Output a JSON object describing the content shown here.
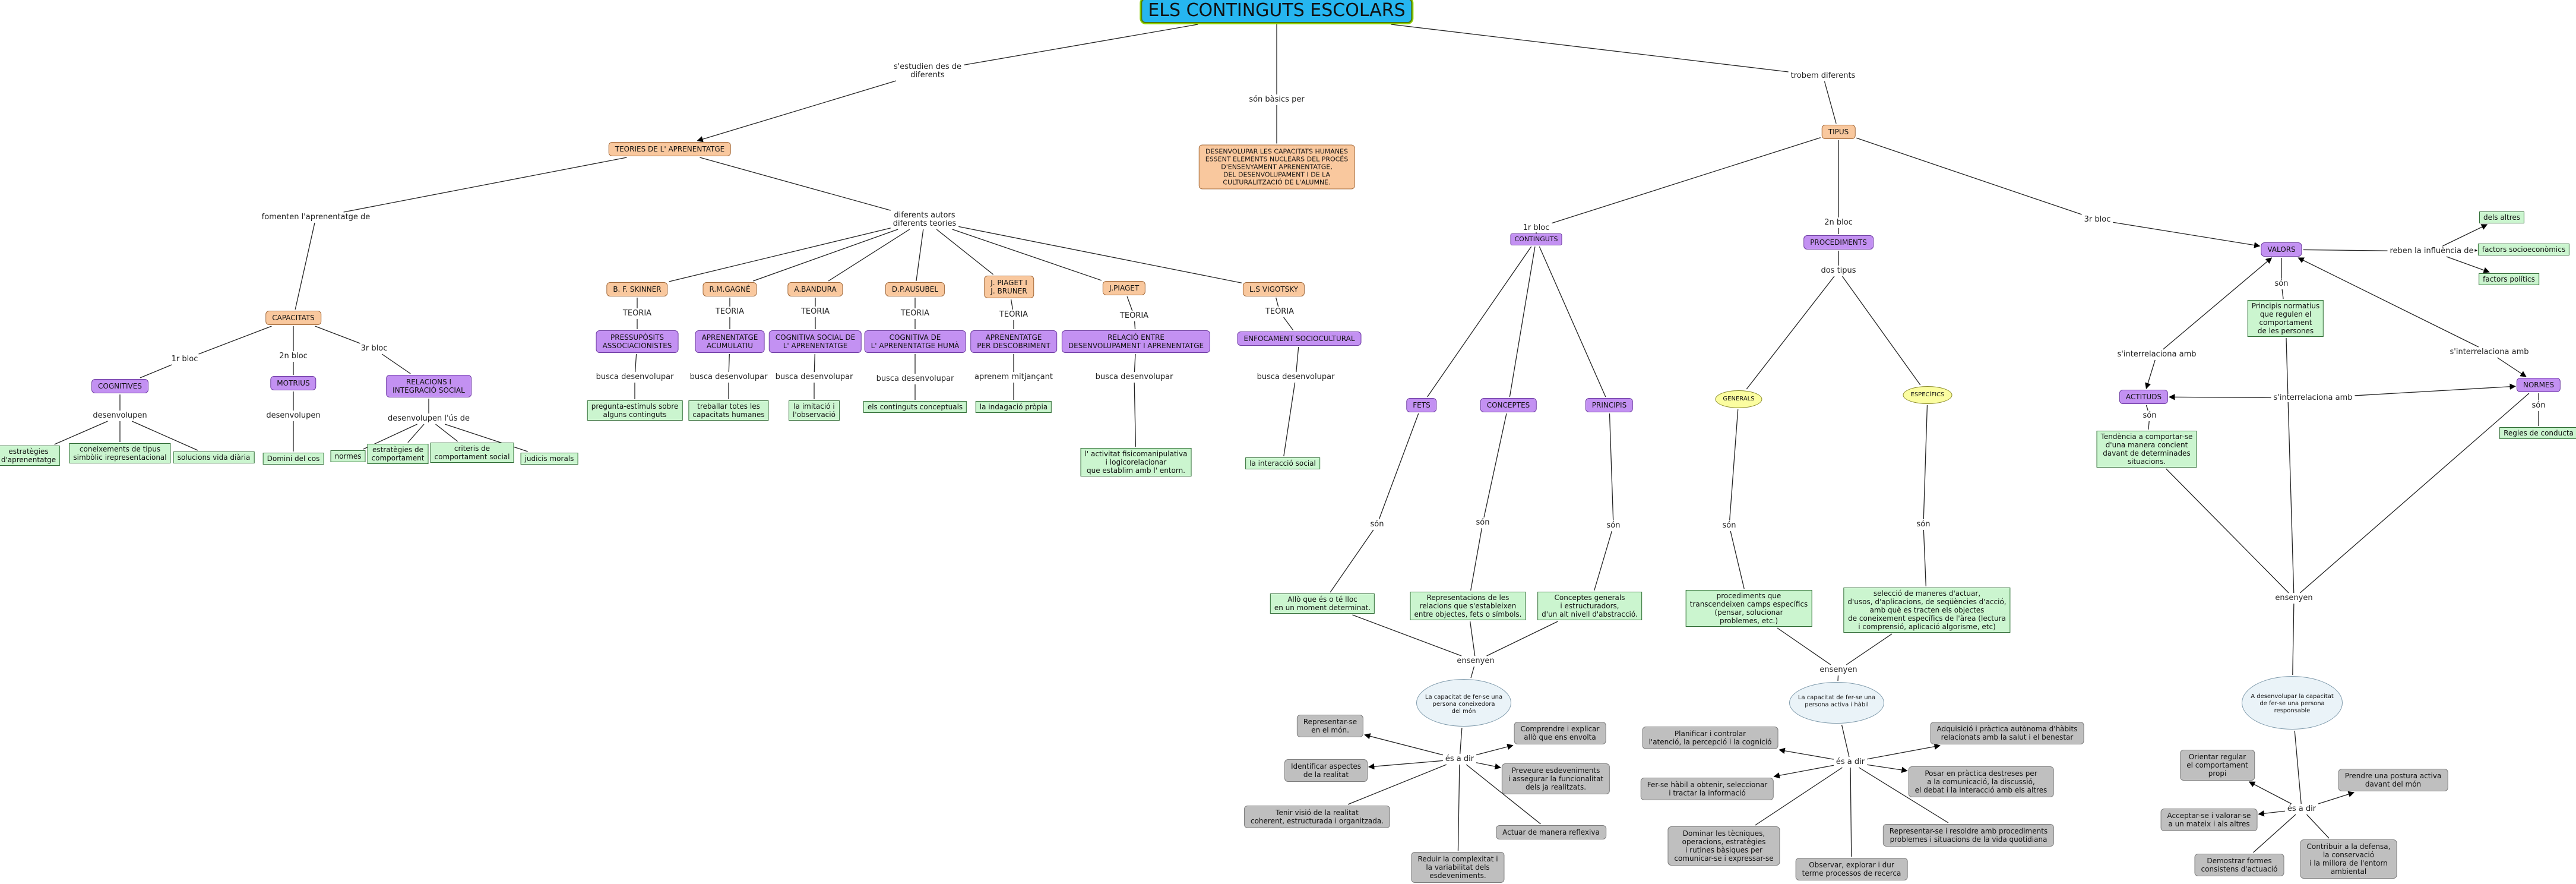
{
  "diagram": {
    "title": "ELS CONTINGUTS ESCOLARS",
    "nodes": [
      {
        "id": "title",
        "text": "ELS CONTINGUTS ESCOLARS"
      },
      {
        "id": "l_estudien",
        "text": "s'estudien des de\ndiferents"
      },
      {
        "id": "l_basics",
        "text": "són bàsics per"
      },
      {
        "id": "l_trobem",
        "text": "trobem diferents"
      },
      {
        "id": "teories",
        "text": "TEORIES DE L' APRENENTATGE"
      },
      {
        "id": "desenv",
        "text": "DESENVOLUPAR LES CAPACITATS HUMANES\nESSENT ELEMENTS NUCLEARS DEL PROCÉS\nD'ENSENYAMENT APRENENTATGE,\nDEL DESENVOLUPAMENT I DE LA\nCULTURALITZACIÓ DE L'ALUMNE."
      },
      {
        "id": "tipus",
        "text": "TIPUS"
      },
      {
        "id": "l_fomenten",
        "text": "fomenten l'aprenentatge de"
      },
      {
        "id": "l_autors",
        "text": "diferents autors\ndiferents teories"
      },
      {
        "id": "capacitats",
        "text": "CAPACITATS"
      },
      {
        "id": "l_1bloc_cap",
        "text": "1r bloc"
      },
      {
        "id": "l_2nbloc_cap",
        "text": "2n bloc"
      },
      {
        "id": "l_3rbloc_cap",
        "text": "3r bloc"
      },
      {
        "id": "cognitives",
        "text": "COGNITIVES"
      },
      {
        "id": "motrius",
        "text": "MOTRIUS"
      },
      {
        "id": "relacions",
        "text": "RELACIONS I\nINTEGRACIÓ SOCIAL"
      },
      {
        "id": "l_desenvolupen1",
        "text": "desenvolupen"
      },
      {
        "id": "l_desenvolupen2",
        "text": "desenvolupen"
      },
      {
        "id": "l_desus",
        "text": "desenvolupen l'ús de"
      },
      {
        "id": "estrategies_apr",
        "text": "estratègies\nd'aprenentatge"
      },
      {
        "id": "coneixements",
        "text": "coneixements de tipus\nsimbòlic irepresentacional"
      },
      {
        "id": "solucions",
        "text": "solucions vida diària"
      },
      {
        "id": "domini",
        "text": "Domini del cos"
      },
      {
        "id": "normes_cap",
        "text": "normes"
      },
      {
        "id": "estrategies_comp",
        "text": "estratègies de\ncomportament"
      },
      {
        "id": "criteris",
        "text": "criteris de\ncomportament social"
      },
      {
        "id": "judicis",
        "text": "judicis morals"
      },
      {
        "id": "skinner",
        "text": "B. F. SKINNER"
      },
      {
        "id": "gagne",
        "text": "R.M.GAGNÉ"
      },
      {
        "id": "bandura",
        "text": "A.BANDURA"
      },
      {
        "id": "ausubel",
        "text": "D.P.AUSUBEL"
      },
      {
        "id": "bruner",
        "text": "J. PIAGET I\nJ. BRUNER"
      },
      {
        "id": "piaget",
        "text": "J.PIAGET"
      },
      {
        "id": "vigotsky",
        "text": "L.S VIGOTSKY"
      },
      {
        "id": "t1",
        "text": "TEORIA"
      },
      {
        "id": "t2",
        "text": "TEORIA"
      },
      {
        "id": "t3",
        "text": "TEORIA"
      },
      {
        "id": "t4",
        "text": "TEORIA"
      },
      {
        "id": "t5",
        "text": "TEORIA"
      },
      {
        "id": "t6",
        "text": "TEORIA"
      },
      {
        "id": "t7",
        "text": "TEORIA"
      },
      {
        "id": "pressuposits",
        "text": "PRESSUPÒSITS\nASSOCIACIONISTES"
      },
      {
        "id": "apr_acumulatiu",
        "text": "APRENENTATGE\nACUMULATIU"
      },
      {
        "id": "cog_social",
        "text": "COGNITIVA SOCIAL DE\nL' APRENENTATGE"
      },
      {
        "id": "cog_huma",
        "text": "COGNITIVA DE\nL' APRENENTATGE HUMÀ"
      },
      {
        "id": "apr_desc",
        "text": "APRENENTATGE\nPER DESCOBRIMENT"
      },
      {
        "id": "relacio_entre",
        "text": "RELACIÓ ENTRE\nDESENVOLUPAMENT I APRENENTATGE"
      },
      {
        "id": "enfocament",
        "text": "ENFOCAMENT SOCIOCULTURAL"
      },
      {
        "id": "b1",
        "text": "busca desenvolupar"
      },
      {
        "id": "b2",
        "text": "busca desenvolupar"
      },
      {
        "id": "b3",
        "text": "busca desenvolupar"
      },
      {
        "id": "b4",
        "text": "busca desenvolupar"
      },
      {
        "id": "b5",
        "text": "aprenem mitjançant"
      },
      {
        "id": "b6",
        "text": "busca desenvolupar"
      },
      {
        "id": "b7",
        "text": "busca desenvolupar"
      },
      {
        "id": "pregunta",
        "text": "pregunta-estímuls sobre\nalguns continguts"
      },
      {
        "id": "treballar",
        "text": "treballar totes les\ncapacitats humanes"
      },
      {
        "id": "imitacio",
        "text": "la imitació i\nl'observació"
      },
      {
        "id": "conceptuals",
        "text": "els continguts conceptuals"
      },
      {
        "id": "indagacio",
        "text": "la indagació pròpia"
      },
      {
        "id": "activitat",
        "text": "l' activitat fisicomanipulativa\ni logicorelacionar\nque establim amb l' entorn."
      },
      {
        "id": "interaccio",
        "text": "la interacció social"
      },
      {
        "id": "l_1bloc",
        "text": "1r bloc"
      },
      {
        "id": "l_2nbloc",
        "text": "2n bloc"
      },
      {
        "id": "l_3rbloc",
        "text": "3r bloc"
      },
      {
        "id": "continguts",
        "text": "CONTINGUTS"
      },
      {
        "id": "procediments",
        "text": "PROCEDIMENTS"
      },
      {
        "id": "valors",
        "text": "VALORS"
      },
      {
        "id": "fets",
        "text": "FETS"
      },
      {
        "id": "conceptes",
        "text": "CONCEPTES"
      },
      {
        "id": "principis",
        "text": "PRINCIPIS"
      },
      {
        "id": "l_son_fets",
        "text": "són"
      },
      {
        "id": "l_son_conc",
        "text": "són"
      },
      {
        "id": "l_son_princ",
        "text": "són"
      },
      {
        "id": "fets_def",
        "text": "Allò que és o té lloc\nen un moment determinat."
      },
      {
        "id": "conc_def",
        "text": "Representacions de les\nrelacions que s'estableixen\nentre objectes, fets o símbols."
      },
      {
        "id": "princ_def",
        "text": "Conceptes generals\ni estructuradors,\nd'un alt nivell d'abstracció."
      },
      {
        "id": "l_ensenyen1",
        "text": "ensenyen"
      },
      {
        "id": "el_conc",
        "text": "La capacitat de fer-se una\npersona coneixedora\ndel món"
      },
      {
        "id": "l_esadir1",
        "text": "és a dir"
      },
      {
        "id": "representar",
        "text": "Representar-se\nen el món."
      },
      {
        "id": "identificar",
        "text": "Identificar aspectes\nde la realitat"
      },
      {
        "id": "tenir_visio",
        "text": "Tenir visió de la realitat\ncoherent, estructurada i organitzada."
      },
      {
        "id": "reduir",
        "text": "Reduir la complexitat i\nla variabilitat dels\nesdeveniments."
      },
      {
        "id": "actuar",
        "text": "Actuar de manera reflexiva"
      },
      {
        "id": "preveure",
        "text": "Preveure esdeveniments\ni assegurar la funcionalitat\ndels ja realitzats."
      },
      {
        "id": "comprendre",
        "text": "Comprendre i explicar\nallò que ens envolta"
      },
      {
        "id": "l_dostipus",
        "text": "dos tipus"
      },
      {
        "id": "generals",
        "text": "GENERALS"
      },
      {
        "id": "especifics",
        "text": "ESPECÍFICS"
      },
      {
        "id": "l_son_gen",
        "text": "són"
      },
      {
        "id": "l_son_esp",
        "text": "són"
      },
      {
        "id": "gen_def",
        "text": "procediments que\ntranscendeixen camps específics\n(pensar, solucionar\nproblemes, etc.)"
      },
      {
        "id": "esp_def",
        "text": "selecció de maneres d'actuar,\nd'usos, d'aplicacions, de seqüències d'acció,\namb què es tracten els objectes\nde coneixement específics de l'àrea (lectura\ni comprensió, aplicació algorisme, etc)"
      },
      {
        "id": "l_ensenyen2",
        "text": "ensenyen"
      },
      {
        "id": "el_proc",
        "text": "La capacitat de fer-se una\npersona activa i hàbil"
      },
      {
        "id": "l_esadir2",
        "text": "és a dir"
      },
      {
        "id": "planificar",
        "text": "Planificar i controlar\nl'atenció, la percepció i la cognició"
      },
      {
        "id": "ferse_habil",
        "text": "Fer-se hàbil a obtenir, seleccionar\ni tractar la informació"
      },
      {
        "id": "dominar",
        "text": "Dominar les tècniques,\noperacions, estratègies\ni rutines bàsiques per\ncomunicar-se i expressar-se"
      },
      {
        "id": "observar",
        "text": "Observar, explorar i dur\nterme processos de recerca"
      },
      {
        "id": "representarse",
        "text": "Representar-se i resoldre amb procediments\nproblemes i situacions de la vida quotidiana"
      },
      {
        "id": "posar",
        "text": "Posar en pràctica destreses per\na la comunicació, la discussió,\nel debat i la interacció amb els altres"
      },
      {
        "id": "adquisicio",
        "text": "Adquisició i pràctica autònoma d'hàbits\nrelacionats amb la salut i el benestar"
      },
      {
        "id": "l_reben",
        "text": "reben la influència de"
      },
      {
        "id": "dels_altres",
        "text": "dels altres"
      },
      {
        "id": "factors_socio",
        "text": "factors socioeconòmics"
      },
      {
        "id": "factors_pol",
        "text": "factors polítics"
      },
      {
        "id": "l_son_val",
        "text": "són"
      },
      {
        "id": "principis_norm",
        "text": "Principis normatius\nque regulen el\ncomportament\nde les persones"
      },
      {
        "id": "l_inter1",
        "text": "s'interrelaciona amb"
      },
      {
        "id": "l_inter2",
        "text": "s'interrelaciona amb"
      },
      {
        "id": "l_inter3",
        "text": "s'interrelaciona amb"
      },
      {
        "id": "actituds",
        "text": "ACTITUDS"
      },
      {
        "id": "normes",
        "text": "NORMES"
      },
      {
        "id": "l_son_act",
        "text": "són"
      },
      {
        "id": "l_son_norm",
        "text": "són"
      },
      {
        "id": "tendencia",
        "text": "Tendència a comportar-se\nd'una manera concient\ndavant de determinades\nsituacions."
      },
      {
        "id": "regles",
        "text": "Regles de conducta"
      },
      {
        "id": "l_ensenyen3",
        "text": "ensenyen"
      },
      {
        "id": "el_val",
        "text": "A desenvolupar la capacitat\nde fer-se una persona\nresponsable"
      },
      {
        "id": "l_esadir3",
        "text": "és a dir"
      },
      {
        "id": "orientar",
        "text": "Orientar regular\nel comportament\npropi"
      },
      {
        "id": "acceptar",
        "text": "Acceptar-se i valorar-se\na un mateix i als altres"
      },
      {
        "id": "demostrar",
        "text": "Demostrar formes\nconsistens d'actuació"
      },
      {
        "id": "contribuir",
        "text": "Contribuir a la defensa,\nla conservació\ni la millora de l'entorn\nambiental"
      },
      {
        "id": "prendre",
        "text": "Prendre una postura activa\ndavant del món"
      }
    ]
  }
}
